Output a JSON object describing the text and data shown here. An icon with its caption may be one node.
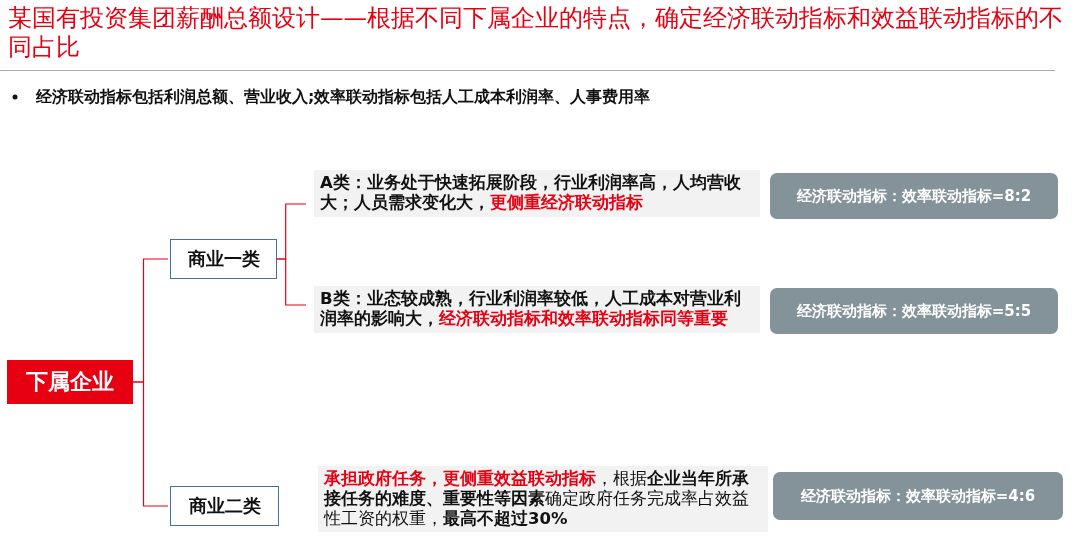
{
  "diagram": {
    "title": "某国有投资集团薪酬总额设计——根据不同下属企业的特点，确定经济联动指标和效益联动指标的不同占比",
    "nodes": [
      {
        "text": [
          "下属企业"
        ]
      },
      {
        "text": [
          "商业一类"
        ]
      },
      {
        "text": [
          "A类：业务处于快速拓展阶段，行业利润率高，人均营收大；人员需求变化大，*更侧重经济联动指标*"
        ]
      },
      {
        "text": [
          "经济联动指标：效率联动指标=8:2"
        ]
      },
      {
        "text": [
          "B类：业态较成熟，行业利润率较低，人工成本对营业利润率的影响大，*经济联动指标和效率联动指标同等重要*"
        ]
      },
      {
        "text": [
          "经济联动指标：效率联动指标=5:5"
        ]
      },
      {
        "text": [
          "商业二类"
        ]
      },
      {
        "text": [
          "*承担政府任务，更侧重效益联动指标*，根据**企业当年所承接任务的难度、重要性等因素**确定政府任务完成率占效益性工资的权重，**最高不超过30%**"
        ]
      },
      {
        "text": [
          "经济联动指标：效率联动指标=4:6"
        ]
      }
    ],
    "edges": [
      {
        "from": 0,
        "to": 1,
        "arrow": "none"
      },
      {
        "from": 0,
        "to": 6,
        "arrow": "none"
      },
      {
        "from": 1,
        "to": 2,
        "arrow": "none"
      },
      {
        "from": 1,
        "to": 4,
        "arrow": "none"
      }
    ],
    "labels": [
      "经济联动指标包括利润总额、营业收入;效率联动指标包括人工成本利润率、人事费用率"
    ]
  }
}
